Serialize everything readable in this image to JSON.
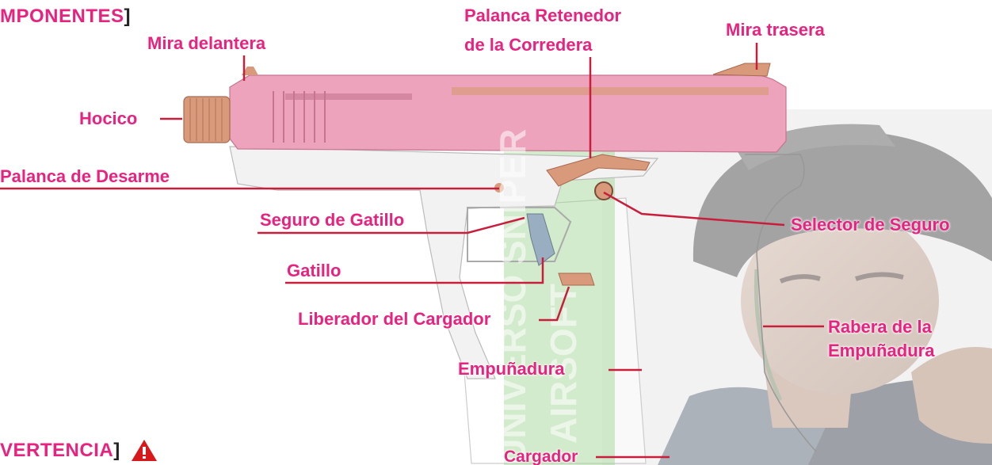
{
  "header": {
    "section_title": "MPONENTES",
    "section_close": "]",
    "warning_title": "VERTENCIA",
    "warning_close": "]"
  },
  "labels": {
    "front_sight": "Mira delantera",
    "slide_stop_line1": "Palanca Retenedor",
    "slide_stop_line2": "de la Corredera",
    "rear_sight": "Mira trasera",
    "muzzle": "Hocico",
    "takedown_lever": "Palanca de Desarme",
    "trigger_safety": "Seguro de Gatillo",
    "safety_selector": "Selector de Seguro",
    "trigger": "Gatillo",
    "magazine_release": "Liberador del Cargador",
    "backstrap_line1": "Rabera de la",
    "backstrap_line2": "Empuñadura",
    "grip": "Empuñadura",
    "magazine": "Cargador"
  },
  "watermark": {
    "line1": "UNIVERSO SNIPER",
    "line2": "AIRSOFT"
  },
  "colors": {
    "accent": "#e8237f",
    "slide_pink": "#eca3bb",
    "barrel_rose_gold": "#d89a7a",
    "frame_white": "#f2f2f2",
    "watermark_green": "#9bd28f",
    "helmet_dark": "#4a4a4a",
    "leader_line": "#c81e3c"
  },
  "icons": {
    "warning": "warning-triangle-icon"
  }
}
